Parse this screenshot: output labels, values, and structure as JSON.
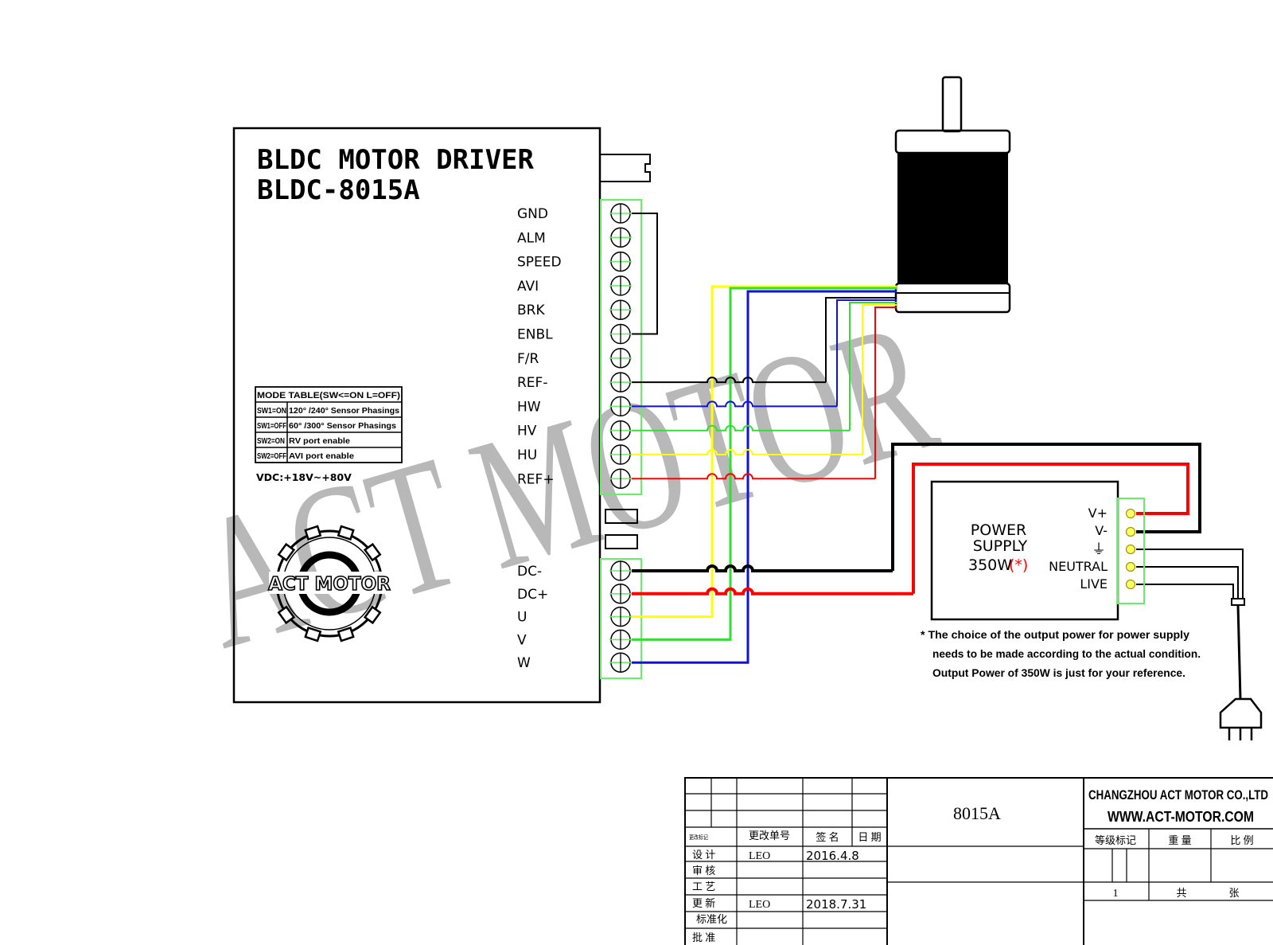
{
  "driver": {
    "title_line1": "BLDC MOTOR DRIVER",
    "title_line2": "BLDC-8015A",
    "signal_terminals": [
      "GND",
      "ALM",
      "SPEED",
      "AVI",
      "BRK",
      "ENBL",
      "F/R",
      "REF-",
      "HW",
      "HV",
      "HU",
      "REF+"
    ],
    "power_terminals": [
      "DC-",
      "DC+",
      "U",
      "V",
      "W"
    ],
    "mode_table": {
      "header": "MODE TABLE(SW<=ON L=OFF)",
      "rows": [
        {
          "key": "SW1=ON",
          "value": "120° /240° Sensor Phasings"
        },
        {
          "key": "SW1=OFF",
          "value": "60° /300° Sensor Phasings"
        },
        {
          "key": "SW2=ON",
          "value": "RV port enable"
        },
        {
          "key": "SW2=OFF",
          "value": "AVI port enable"
        }
      ]
    },
    "vdc": "VDC:+18V~+80V",
    "logo_text": "ACT MOTOR"
  },
  "watermark": "ACT MOTOR",
  "power_supply": {
    "line1": "POWER",
    "line2": "SUPPLY",
    "watt": "350W",
    "asterisk": "(*)",
    "terminals": [
      "V+",
      "V-",
      "⏚",
      "NEUTRAL",
      "LIVE"
    ]
  },
  "note": {
    "line1": "* The choice of  the output power for power supply",
    "line2": "needs to be made according to the actual condition.",
    "line3": "Output Power of 350W is just for your reference."
  },
  "wire_colors": {
    "black": "#000000",
    "red": "#ff0000",
    "yellow": "#ffff00",
    "green": "#33dd33",
    "blue": "#1111dd",
    "terminal_green": "#66ee66"
  },
  "title_block": {
    "drawing_no": "8015A",
    "company": "CHANGZHOU ACT MOTOR CO.,LTD",
    "website": "WWW.ACT-MOTOR.COM",
    "hdr_mark": "更改标记",
    "hdr_change_no": "更改单号",
    "hdr_sign": "签  名",
    "hdr_date": "日 期",
    "row_design": "设  计",
    "row_review": "审  核",
    "row_process": "工  艺",
    "row_update": "更  新",
    "row_standard": "标准化",
    "row_approve": "批  准",
    "design_name": "LEO",
    "design_date": "2016.4.8",
    "update_name": "LEO",
    "update_date": "2018.7.31",
    "grade": "等级标记",
    "weight": "重  量",
    "ratio": "比  例",
    "sheet_count": "1",
    "total": "共",
    "sheet": "张"
  }
}
